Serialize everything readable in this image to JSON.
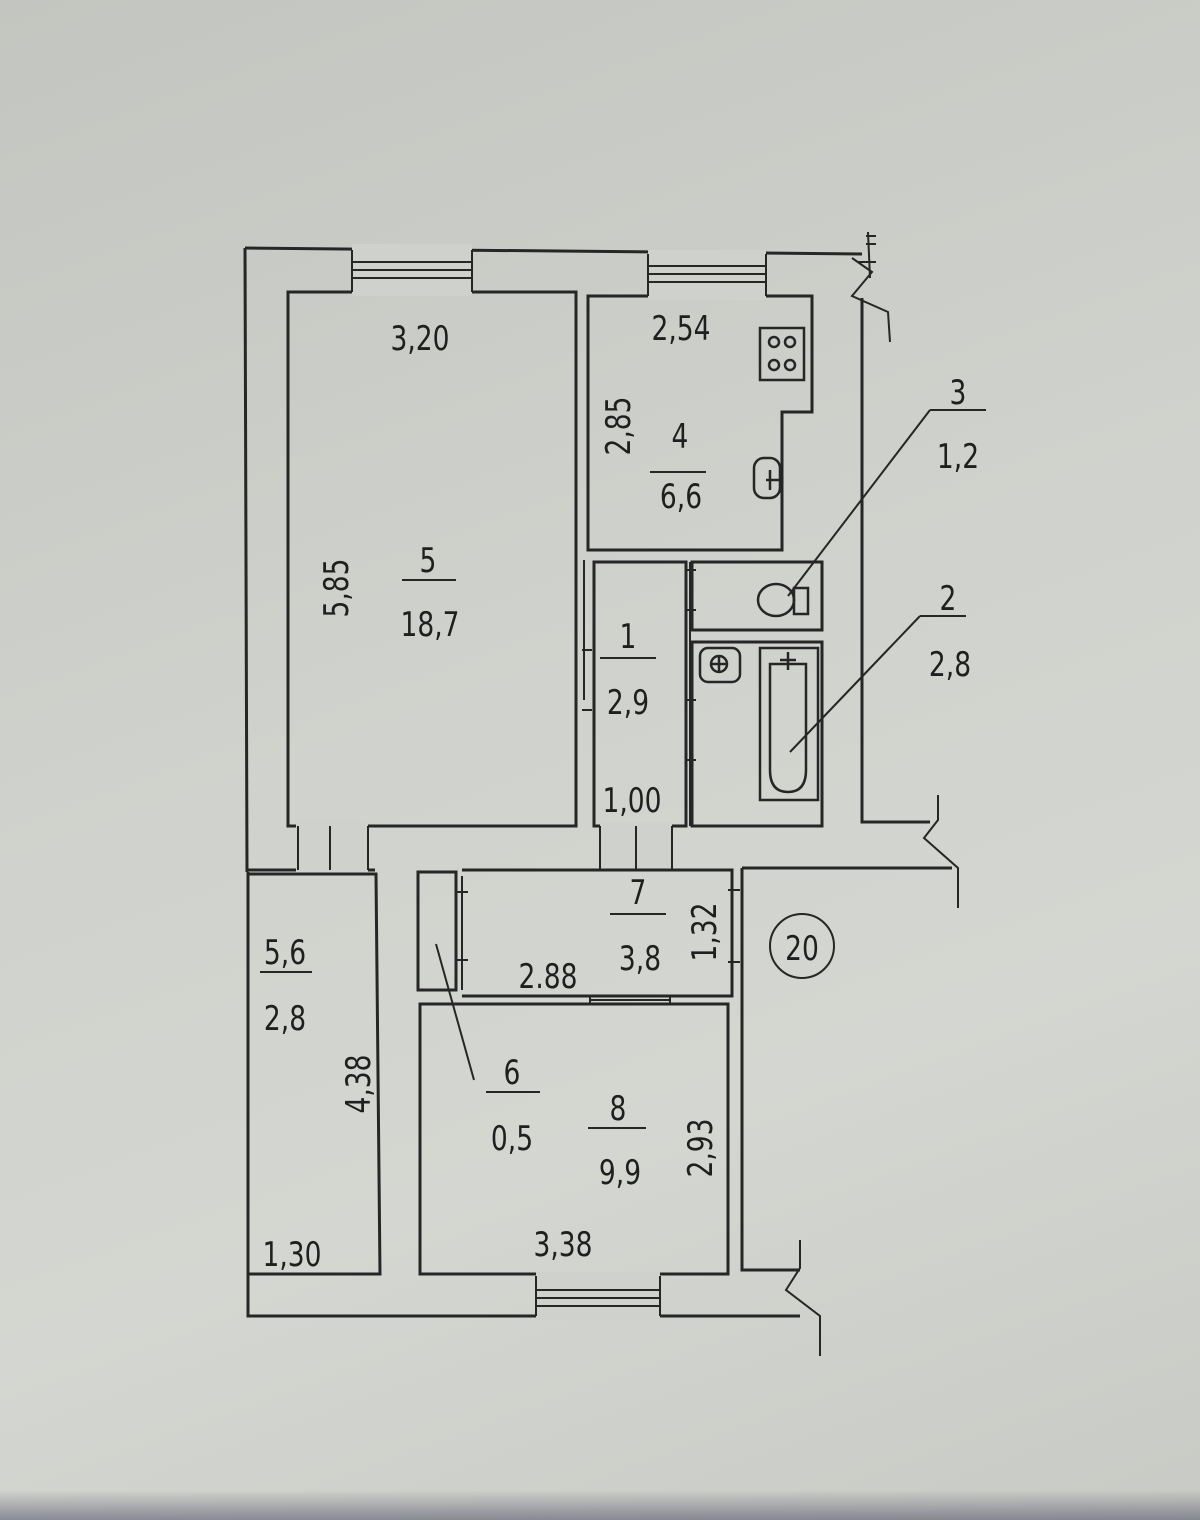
{
  "floor_plan": {
    "rooms": [
      {
        "id": "room-5",
        "number": "5",
        "area": "18,7",
        "width": "3,20",
        "length": "5,85"
      },
      {
        "id": "room-4",
        "number": "4",
        "area": "6,6",
        "width": "2,54",
        "length": "2,85"
      },
      {
        "id": "room-3",
        "number": "3",
        "area": "1,2"
      },
      {
        "id": "room-2",
        "number": "2",
        "area": "2,8"
      },
      {
        "id": "room-1",
        "number": "1",
        "area": "2,9",
        "width": "1,00"
      },
      {
        "id": "room-7",
        "number": "7",
        "area": "3,8",
        "width": "2.88",
        "length": "1,32"
      },
      {
        "id": "room-6",
        "number": "6",
        "area": "0,5"
      },
      {
        "id": "room-8",
        "number": "8",
        "area": "9,9",
        "width": "3,38",
        "length": "2,93"
      },
      {
        "id": "balcony",
        "number": "5,6",
        "area": "2,8",
        "width": "1,30",
        "length": "4,38"
      }
    ],
    "apartment_number": "20",
    "icons": [
      "stove-icon",
      "kitchen-sink-icon",
      "toilet-icon",
      "washbasin-icon",
      "bathtub-icon"
    ],
    "colors": {
      "ink": "#262626",
      "paper": "#cfd1cc"
    }
  }
}
